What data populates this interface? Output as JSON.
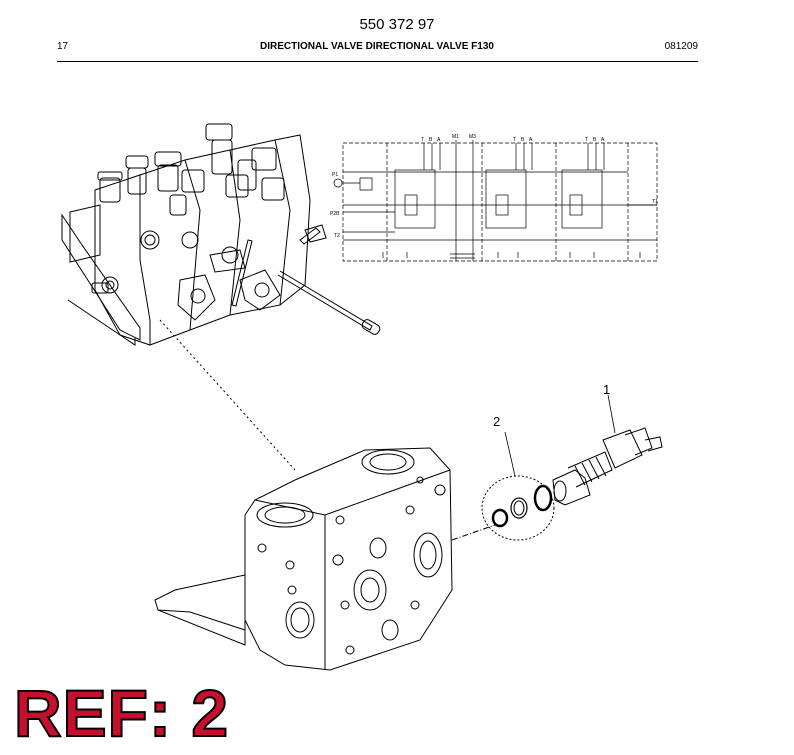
{
  "header": {
    "part_number": "550 372 97",
    "page": "17",
    "title": "DIRECTIONAL VALVE DIRECTIONAL VALVE F130",
    "date_code": "081209"
  },
  "schematic": {
    "port_labels": [
      "P1",
      "P2B",
      "T2",
      "T1",
      "M1",
      "M3"
    ],
    "section_labels": [
      "T",
      "B",
      "A",
      "T",
      "B",
      "A",
      "T",
      "B",
      "A"
    ]
  },
  "callouts": {
    "item_1": "1",
    "item_2": "2"
  },
  "reference": {
    "label": "REF: 2",
    "color": "#c8102e"
  }
}
